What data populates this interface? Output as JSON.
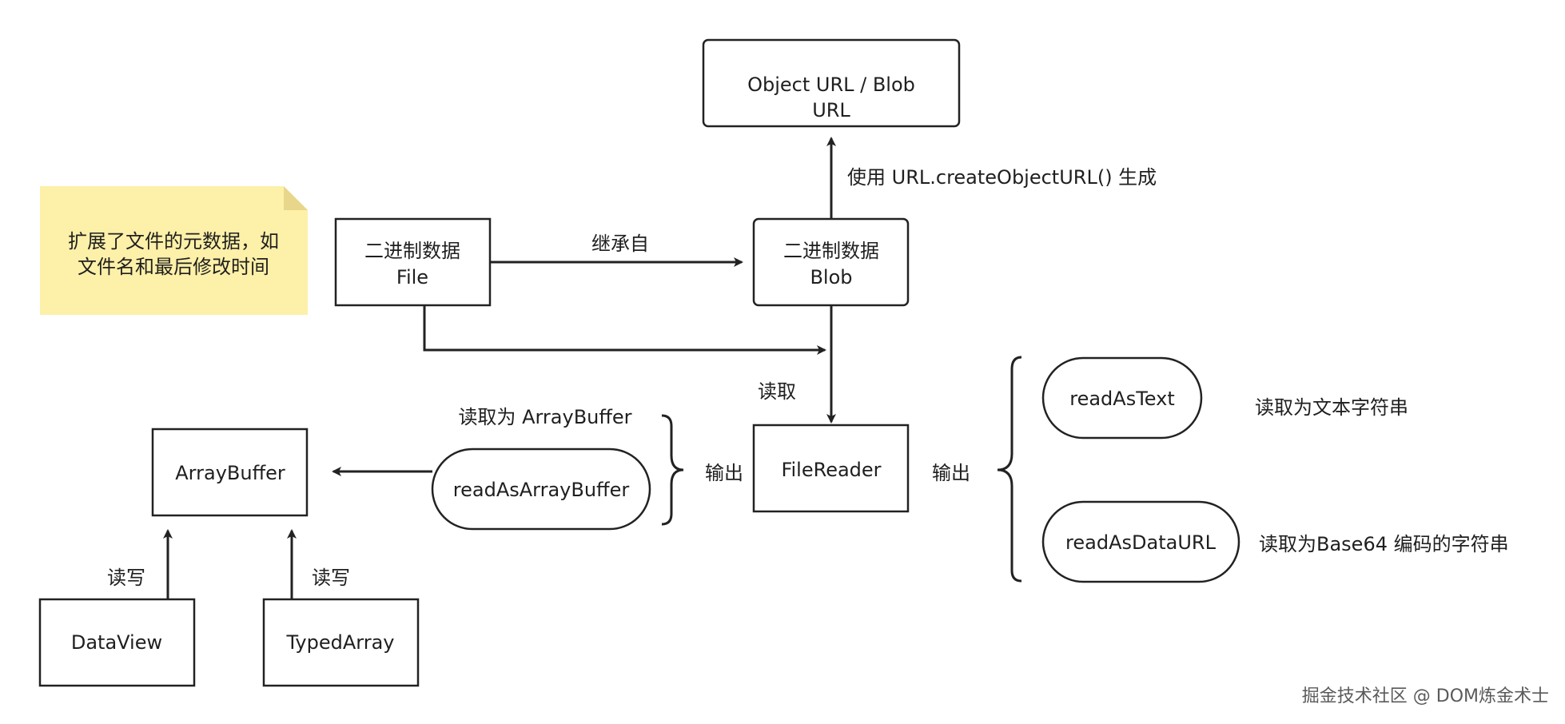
{
  "nodes": {
    "object_url": {
      "line1": "Object URL / Blob",
      "line2": "URL"
    },
    "file": {
      "line1": "二进制数据",
      "line2": "File"
    },
    "blob": {
      "line1": "二进制数据",
      "line2": "Blob"
    },
    "file_reader": {
      "label": "FileReader"
    },
    "array_buffer": {
      "label": "ArrayBuffer"
    },
    "data_view": {
      "label": "DataView"
    },
    "typed_array": {
      "label": "TypedArray"
    },
    "read_as_array_buffer": {
      "label": "readAsArrayBuffer"
    },
    "read_as_text": {
      "label": "readAsText"
    },
    "read_as_data_url": {
      "label": "readAsDataURL"
    }
  },
  "edges": {
    "create_object_url": "使用 URL.createObjectURL() 生成",
    "inherits_from": "继承自",
    "read": "读取",
    "read_as_array_buffer_caption": "读取为 ArrayBuffer",
    "output_left": "输出",
    "output_right": "输出",
    "read_write_dataview": "读写",
    "read_write_typedarray": "读写"
  },
  "descriptions": {
    "as_text": "读取为文本字符串",
    "as_data_url": "读取为Base64 编码的字符串"
  },
  "note": {
    "line1": "扩展了文件的元数据，如",
    "line2": "文件名和最后修改时间"
  },
  "watermark": "掘金技术社区 @ DOM炼金术士",
  "colors": {
    "stroke": "#222222",
    "note_fill": "#fdf0a8",
    "note_fold": "#e8d68a",
    "background": "#ffffff"
  }
}
